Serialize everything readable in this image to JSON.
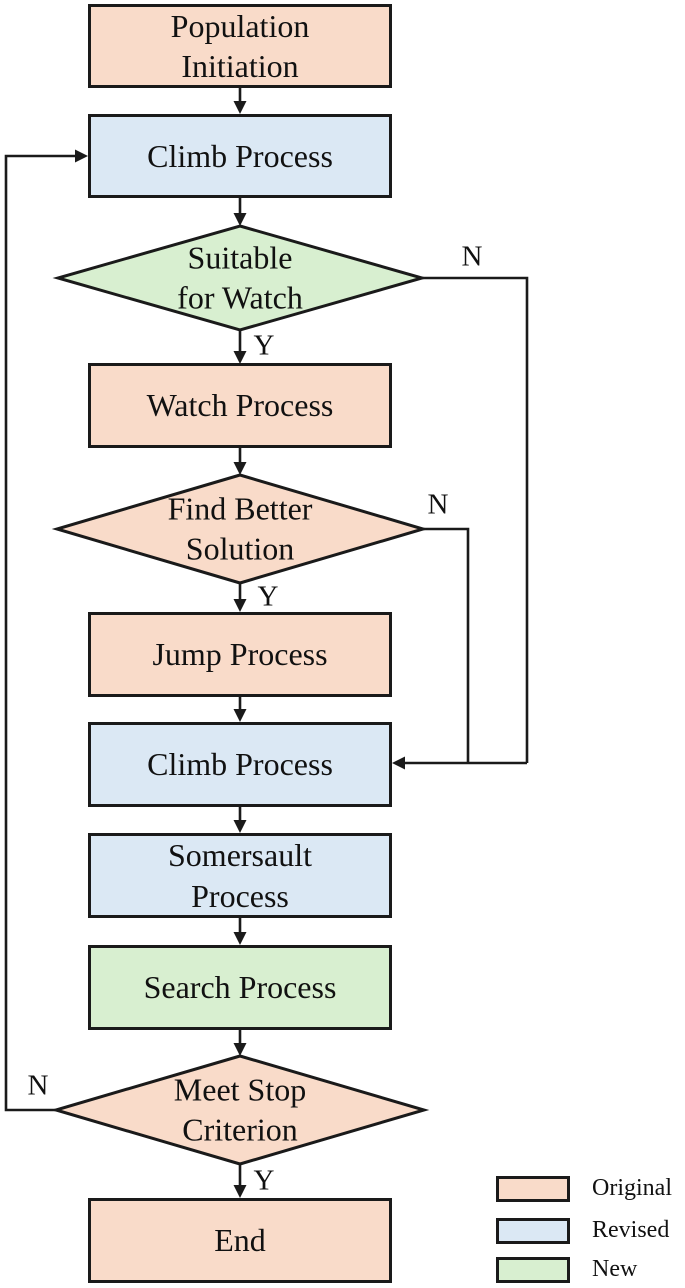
{
  "diagram_type": "flowchart",
  "colors": {
    "original": "#f9dbc9",
    "revised": "#dbe8f4",
    "new": "#d8efd0",
    "outline": "#1a1a1a"
  },
  "branch_labels": {
    "yes": "Y",
    "no": "N"
  },
  "nodes": {
    "population_initiation": {
      "label": "Population\nInitiation",
      "type": "process",
      "category": "original"
    },
    "climb_process_1": {
      "label": "Climb Process",
      "type": "process",
      "category": "revised"
    },
    "suitable_for_watch": {
      "label": "Suitable\nfor Watch",
      "type": "decision",
      "category": "new"
    },
    "watch_process": {
      "label": "Watch Process",
      "type": "process",
      "category": "original"
    },
    "find_better_solution": {
      "label": "Find Better\nSolution",
      "type": "decision",
      "category": "original"
    },
    "jump_process": {
      "label": "Jump Process",
      "type": "process",
      "category": "original"
    },
    "climb_process_2": {
      "label": "Climb Process",
      "type": "process",
      "category": "revised"
    },
    "somersault_process": {
      "label": "Somersault\nProcess",
      "type": "process",
      "category": "revised"
    },
    "search_process": {
      "label": "Search Process",
      "type": "process",
      "category": "new"
    },
    "meet_stop_criterion": {
      "label": "Meet Stop\nCriterion",
      "type": "decision",
      "category": "original"
    },
    "end": {
      "label": "End",
      "type": "process",
      "category": "original"
    }
  },
  "edges": [
    {
      "from": "population_initiation",
      "to": "climb_process_1",
      "label": ""
    },
    {
      "from": "climb_process_1",
      "to": "suitable_for_watch",
      "label": ""
    },
    {
      "from": "suitable_for_watch",
      "to": "watch_process",
      "label": "Y"
    },
    {
      "from": "suitable_for_watch",
      "to": "climb_process_2",
      "label": "N"
    },
    {
      "from": "watch_process",
      "to": "find_better_solution",
      "label": ""
    },
    {
      "from": "find_better_solution",
      "to": "jump_process",
      "label": "Y"
    },
    {
      "from": "find_better_solution",
      "to": "climb_process_2",
      "label": "N"
    },
    {
      "from": "jump_process",
      "to": "climb_process_2",
      "label": ""
    },
    {
      "from": "climb_process_2",
      "to": "somersault_process",
      "label": ""
    },
    {
      "from": "somersault_process",
      "to": "search_process",
      "label": ""
    },
    {
      "from": "search_process",
      "to": "meet_stop_criterion",
      "label": ""
    },
    {
      "from": "meet_stop_criterion",
      "to": "end",
      "label": "Y"
    },
    {
      "from": "meet_stop_criterion",
      "to": "climb_process_1",
      "label": "N"
    }
  ],
  "legend": {
    "items": [
      {
        "label": "Original",
        "category": "original"
      },
      {
        "label": "Revised",
        "category": "revised"
      },
      {
        "label": "New",
        "category": "new"
      }
    ]
  }
}
